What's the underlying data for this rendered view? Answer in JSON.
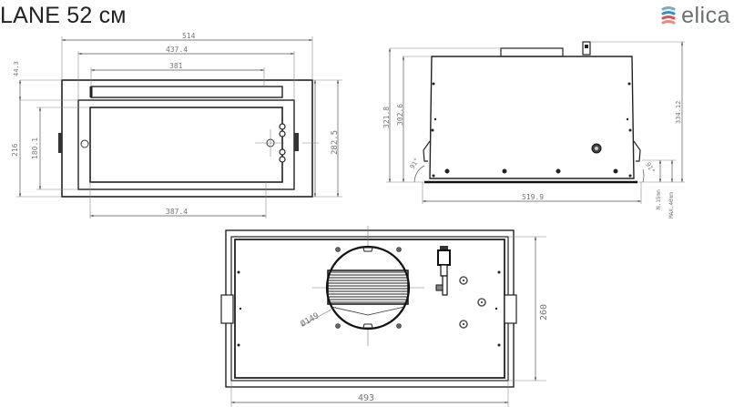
{
  "header": {
    "title": "LANE 52 см",
    "brand": "elica",
    "brand_icon": "elica-swirl-logo-icon",
    "brand_colors": {
      "text": "#6b6f72",
      "accent_blue": "#3a8fc7",
      "accent_red": "#d9534f"
    }
  },
  "front_view": {
    "dims": {
      "overall_width": "514",
      "inner_width": "437.4",
      "top_slot_width": "381",
      "panel_width": "387.4",
      "overall_height": "282.5",
      "outer_left_height": "216",
      "inner_left_height": "180.1",
      "top_offset": "44.3"
    }
  },
  "side_view": {
    "dims": {
      "height_outer": "321.8",
      "height_inner": "302.6",
      "height_right": "334.12",
      "depth": "519.9",
      "angle_left": "91°",
      "angle_right": "91°",
      "min_clearance": "N.15mm",
      "max_clearance": "MAX.40mm"
    }
  },
  "top_view": {
    "dims": {
      "width": "493",
      "depth": "260",
      "duct_diameter": "Ø149"
    }
  }
}
